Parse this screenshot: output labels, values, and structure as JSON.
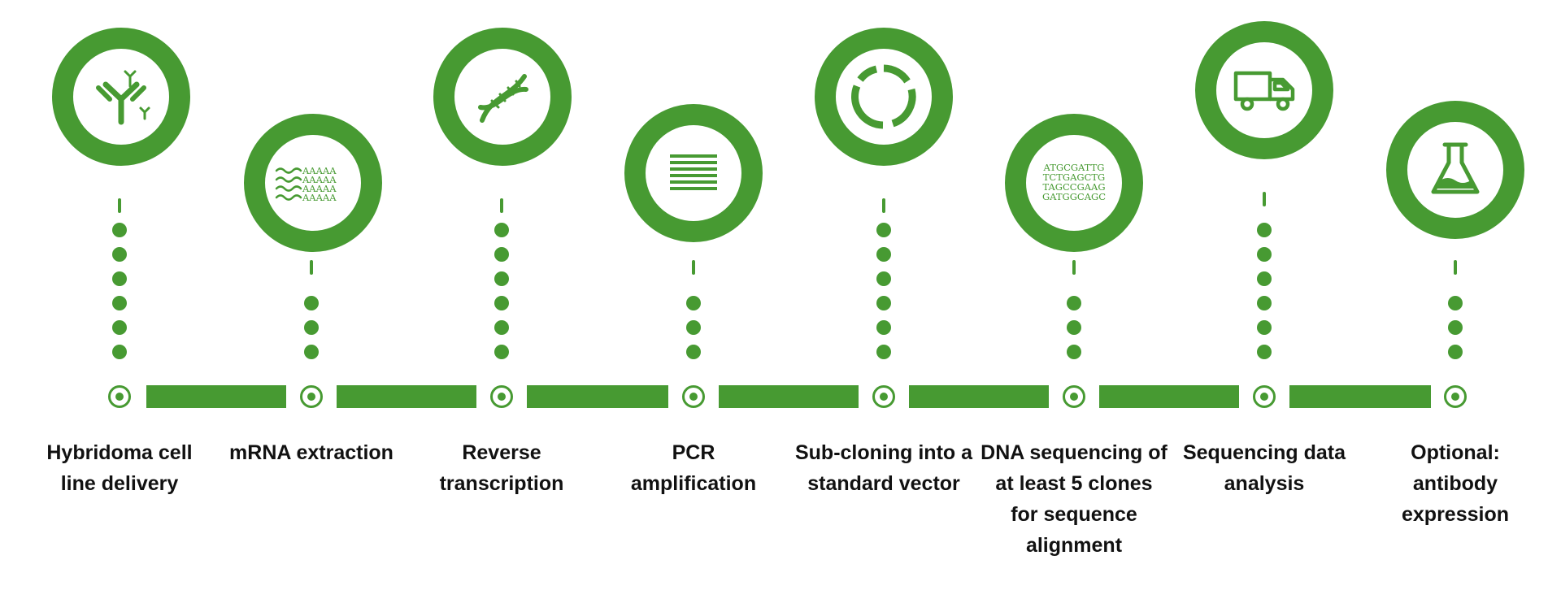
{
  "colors": {
    "accent": "#479a32",
    "text": "#111111",
    "background": "#ffffff"
  },
  "steps": [
    {
      "label": "Hybridoma cell line delivery",
      "icon": "antibody-icon"
    },
    {
      "label": "mRNA extraction",
      "icon": "mrna-icon",
      "icon_text": [
        "AAAAA",
        "AAAAA",
        "AAAAA",
        "AAAAA"
      ]
    },
    {
      "label": "Reverse transcription",
      "icon": "dna-helix-icon"
    },
    {
      "label": "PCR amplification",
      "icon": "stacked-lines-icon"
    },
    {
      "label": "Sub-cloning into a standard vector",
      "icon": "plasmid-ring-icon"
    },
    {
      "label": "DNA sequencing of at least 5 clones for sequence alignment",
      "icon": "dna-sequence-icon",
      "icon_text": [
        "ATGCGATTG",
        "TCTGAGCTG",
        "TAGCCGAAG",
        "GATGGCAGC"
      ]
    },
    {
      "label": "Sequencing data analysis",
      "icon": "truck-icon"
    },
    {
      "label": "Optional: antibody expression",
      "icon": "flask-icon"
    }
  ]
}
